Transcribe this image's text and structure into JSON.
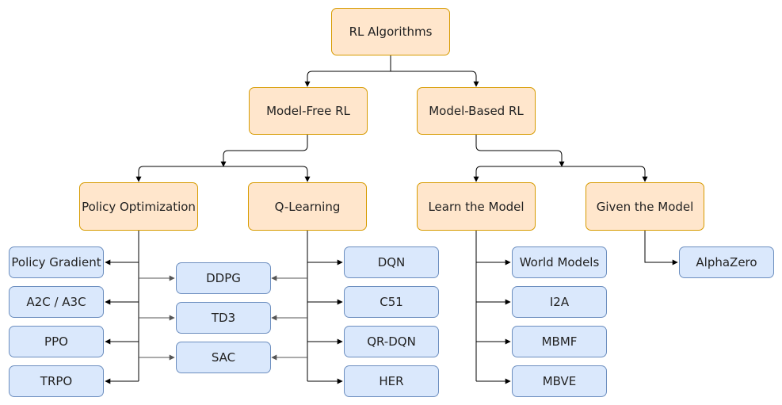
{
  "colors": {
    "category_fill": "#ffe6cc",
    "category_border": "#d79b00",
    "algorithm_fill": "#dae8fc",
    "algorithm_border": "#6c8ebf",
    "connector": "#000000"
  },
  "root": {
    "label": "RL Algorithms"
  },
  "families": {
    "model_free": {
      "label": "Model-Free RL"
    },
    "model_based": {
      "label": "Model-Based RL"
    }
  },
  "categories": {
    "policy_optimization": {
      "label": "Policy Optimization"
    },
    "q_learning": {
      "label": "Q-Learning"
    },
    "learn_the_model": {
      "label": "Learn the Model"
    },
    "given_the_model": {
      "label": "Given the Model"
    }
  },
  "algorithms": {
    "policy_optimization": [
      "Policy Gradient",
      "A2C / A3C",
      "PPO",
      "TRPO"
    ],
    "hybrid": [
      "DDPG",
      "TD3",
      "SAC"
    ],
    "q_learning": [
      "DQN",
      "C51",
      "QR-DQN",
      "HER"
    ],
    "learn_the_model": [
      "World Models",
      "I2A",
      "MBMF",
      "MBVE"
    ],
    "given_the_model": [
      "AlphaZero"
    ]
  }
}
